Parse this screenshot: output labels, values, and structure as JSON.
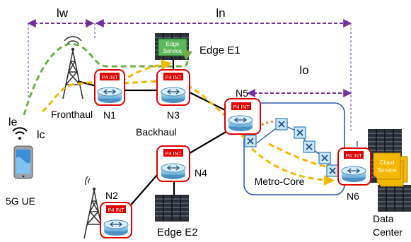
{
  "labels": {
    "lw": "lw",
    "ln": "ln",
    "lo": "lo",
    "le": "le",
    "lc": "lc",
    "fronthaul": "Fronthaul",
    "backhaul": "Backhaul",
    "metro_core": "Metro-Core",
    "ue": "5G UE",
    "edge_e1": "Edge E1",
    "edge_e2": "Edge E2",
    "data_center_line1": "Data",
    "data_center_line2": "Center",
    "edge_service_line1": "Edge",
    "edge_service_line2": "Service",
    "cloud_service_line1": "Cloud",
    "cloud_service_line2": "Service",
    "p4_int": "P4 INT"
  },
  "nodes": {
    "n1": "N1",
    "n2": "N2",
    "n3": "N3",
    "n4": "N4",
    "n5": "N5",
    "n6": "N6"
  },
  "colors": {
    "dim_arrow": "#7030a0",
    "path_green": "#70ad47",
    "path_yellow": "#f5b800",
    "path_orange": "#ed7d31",
    "p4_red": "#e00000",
    "router_blue": "#8ec4e6",
    "metro_border": "#2e5da8",
    "edge_service_green": "#5cb85c",
    "cloud_yellow": "#f5b800"
  }
}
